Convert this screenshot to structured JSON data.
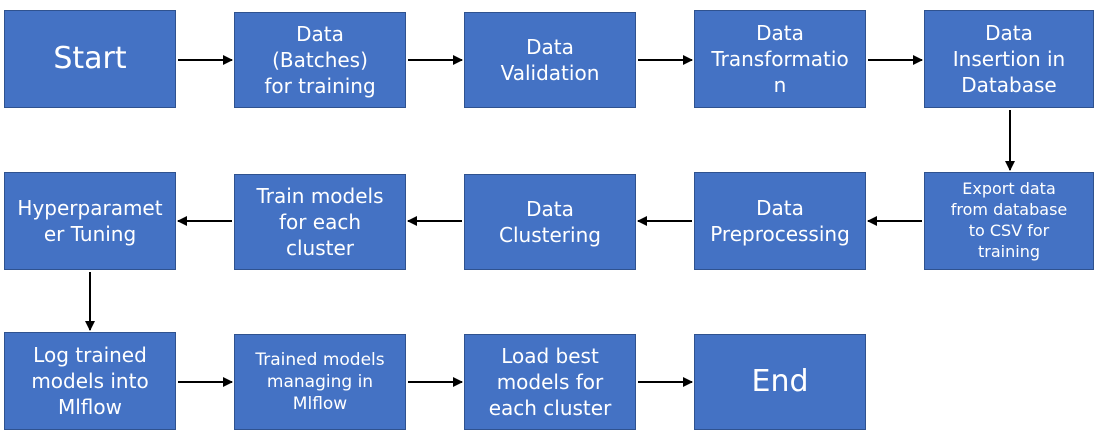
{
  "diagram": {
    "start": "Start",
    "data_batches": "Data\n(Batches)\nfor training",
    "data_validation": "Data\nValidation",
    "data_transformation": "Data\nTransformation",
    "data_insertion": "Data\nInsertion in\nDatabase",
    "export_data": "Export data\nfrom database\nto CSV for\ntraining",
    "data_preprocessing": "Data\nPreprocessing",
    "data_clustering": "Data\nClustering",
    "train_models": "Train models\nfor each\ncluster",
    "hyperparameter_tuning": "Hyperparameter Tuning",
    "log_trained_models": "Log trained\nmodels into\nMlflow",
    "trained_models_managing": "Trained models\nmanaging in\nMlflow",
    "load_best_models": "Load best\nmodels for\neach cluster",
    "end": "End"
  },
  "colors": {
    "box_fill": "#4472c4",
    "box_border": "#2f528f",
    "text": "#ffffff",
    "arrow": "#000000"
  }
}
